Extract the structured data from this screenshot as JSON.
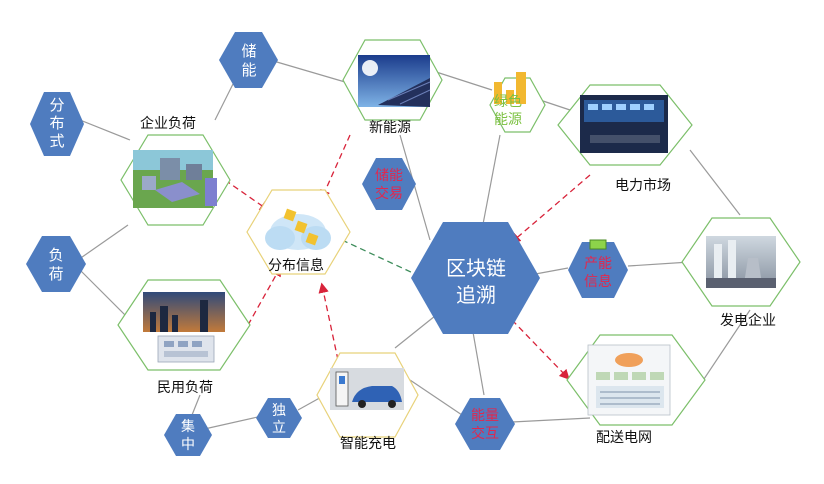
{
  "center": {
    "label_line1": "区块链",
    "label_line2": "追溯"
  },
  "hub_labels": {
    "enterprise_load": "企业负荷",
    "new_energy": "新能源",
    "distributed_info": "分布信息",
    "power_market": "电力市场",
    "power_generation": "发电企业",
    "civil_load": "民用负荷",
    "smart_charging": "智能充电",
    "distribution_network": "配送电网"
  },
  "blue_hexes": {
    "distributed": [
      "分",
      "布",
      "式"
    ],
    "storage": [
      "储",
      "能"
    ],
    "load": [
      "负",
      "荷"
    ],
    "independent": [
      "独",
      "立"
    ],
    "centralized": [
      "集",
      "中"
    ]
  },
  "mid_hexes": {
    "storage_trade": [
      "储能",
      "交易"
    ],
    "capacity_info": [
      "产能",
      "信息"
    ],
    "energy_interaction": [
      "能量",
      "交互"
    ],
    "green_energy": [
      "绿色",
      "能源"
    ]
  },
  "colors": {
    "hex_blue": "#4f7cbf",
    "hex_blue_dark": "#3a66ab",
    "accent_red": "#e0284f",
    "green_text": "#7cc141",
    "edge_gray": "#9a9a9a",
    "dashed_red": "#d8233a",
    "dashed_green": "#3c8c5a"
  }
}
